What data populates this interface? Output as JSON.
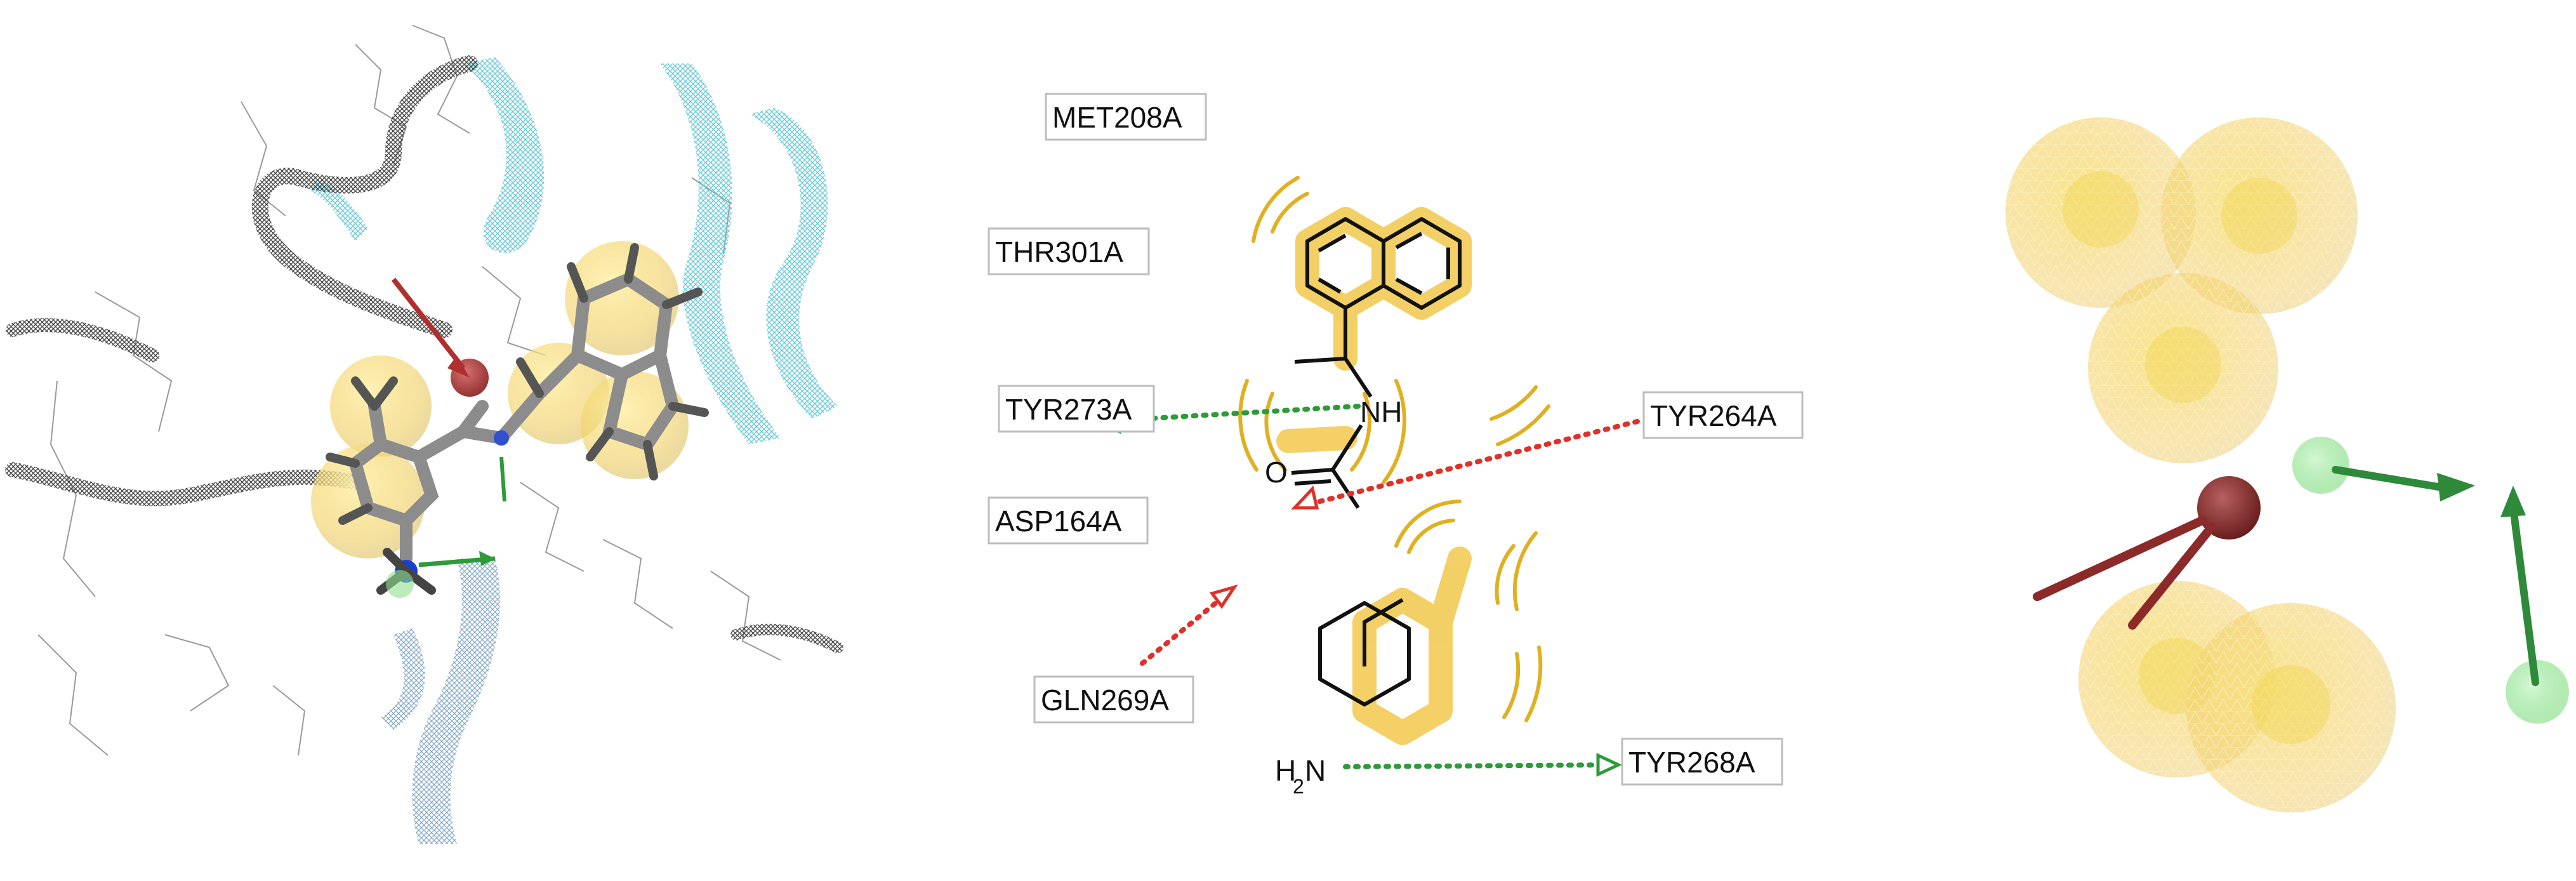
{
  "residues": {
    "met208": "MET208A",
    "thr301": "THR301A",
    "tyr273": "TYR273A",
    "asp164": "ASP164A",
    "gln269": "GLN269A",
    "tyr264": "TYR264A",
    "tyr268": "TYR268A"
  },
  "atoms": {
    "nh": "NH",
    "o": "O",
    "h": "H",
    "h_sub": "2",
    "n": "N"
  },
  "colors": {
    "hydrophobic": "#f2c84b",
    "hbond_donor": "#2e9a3a",
    "hbond_acceptor": "#e0302a",
    "ribbon_cyan": "#5fc8d8",
    "ribbon_gray": "#555555",
    "bond": "#111111"
  },
  "icons": {
    "donor_arrow": "hollow-triangle-arrow",
    "acceptor_arrow": "hollow-triangle-arrow"
  }
}
